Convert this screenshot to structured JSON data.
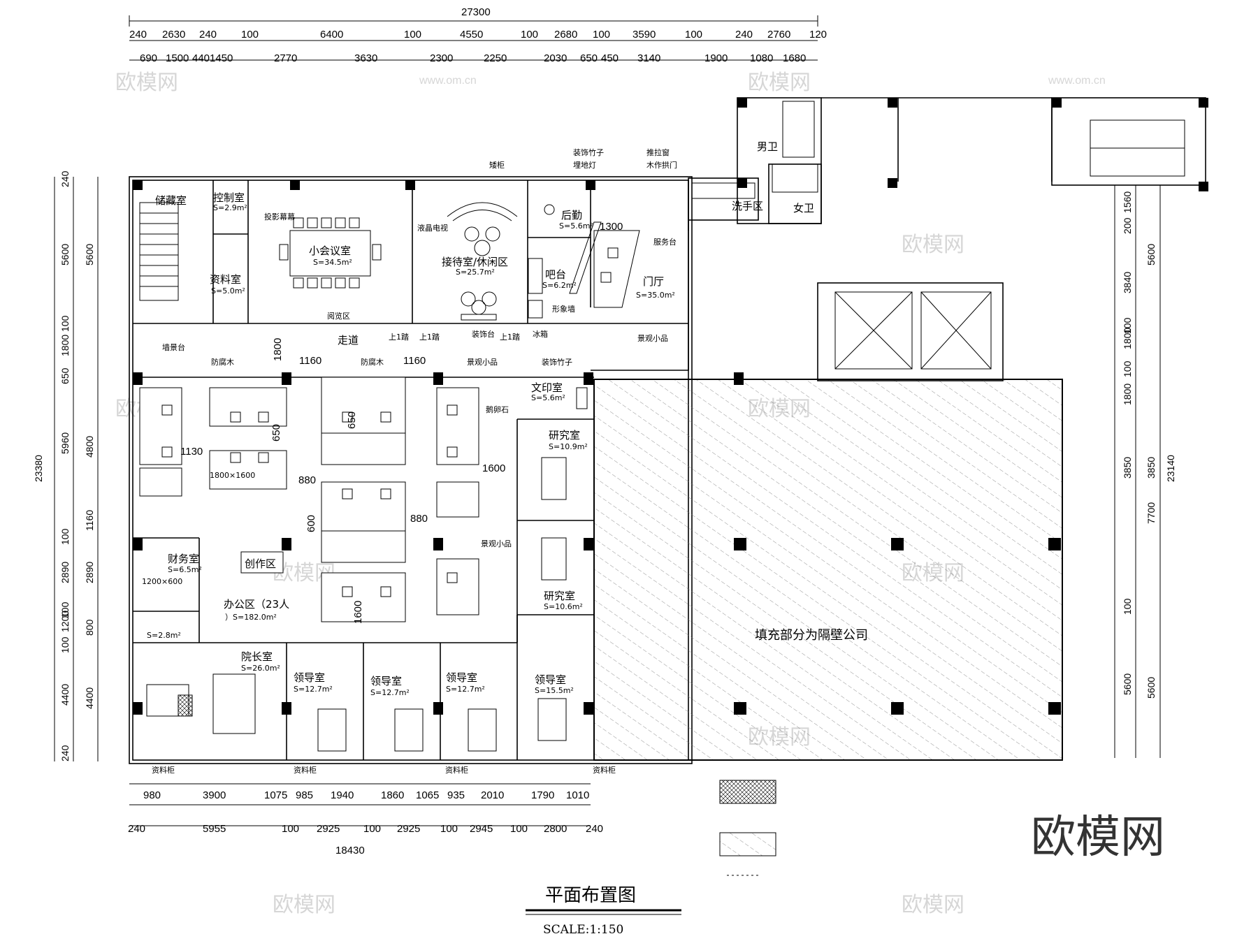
{
  "drawing": {
    "title": "平面布置图",
    "scale": "SCALE:1:150",
    "neighbor_note": "填充部分为隔壁公司"
  },
  "dims_top": {
    "total": "27300",
    "row1": [
      "240",
      "2630",
      "240",
      "100",
      "6400",
      "100",
      "4550",
      "100",
      "2680",
      "100",
      "3590",
      "100",
      "240",
      "2760",
      "120"
    ],
    "row2": [
      "690",
      "1500",
      "440",
      "1450",
      "2770",
      "3630",
      "2300",
      "2250",
      "2030",
      "650",
      "450",
      "3140",
      "1900",
      "1080",
      "1680"
    ]
  },
  "dims_bottom": {
    "row1": [
      "980",
      "3900",
      "1075",
      "985",
      "1940",
      "1860",
      "1065",
      "935",
      "2010",
      "1790",
      "1010"
    ],
    "row2": [
      "240",
      "5955",
      "100",
      "2925",
      "100",
      "2925",
      "100",
      "2945",
      "100",
      "2800",
      "240"
    ],
    "total": "18430"
  },
  "dims_left": {
    "total": "23380",
    "outer": [
      "240",
      "5600",
      "100",
      "1800",
      "650",
      "5960",
      "100",
      "2890",
      "100",
      "1200",
      "100",
      "4400",
      "240"
    ],
    "inner": [
      "5600",
      "4800",
      "1160",
      "2890",
      "800",
      "4400"
    ]
  },
  "dims_right": {
    "total": "23140",
    "outer": [
      "1560",
      "200",
      "3840",
      "100",
      "1800",
      "100",
      "1800",
      "3850",
      "100",
      "5600"
    ],
    "inner": [
      "5600",
      "3850",
      "7700",
      "5600"
    ]
  },
  "rooms": {
    "storage": "储藏室",
    "control": "控制室",
    "control_area": "S=2.9m²",
    "meeting": "小会议室",
    "meeting_area": "S=34.5m²",
    "archive": "资料室",
    "archive_area": "S=5.0m²",
    "reception": "接待室/休闲区",
    "reception_area": "S=25.7m²",
    "logistics": "后勤",
    "logistics_area": "S=5.6m²",
    "bar": "吧台",
    "bar_area": "S=6.2m²",
    "lobby": "门厅",
    "lobby_area": "S=35.0m²",
    "mens": "男卫",
    "womens": "女卫",
    "washroom": "洗手区",
    "corridor": "走道",
    "copy": "文印室",
    "copy_area": "S=5.6m²",
    "research1": "研究室",
    "research1_area": "S=10.9m²",
    "research2": "研究室",
    "research2_area": "S=10.6m²",
    "finance": "财务室",
    "finance_area": "S=6.5m²",
    "creative": "创作区",
    "office": "办公区（23人",
    "office2": "）S=182.0m²",
    "closet_area": "S=2.8m²",
    "president": "院长室",
    "president_area": "S=26.0m²",
    "leader1": "领导室",
    "leader1_area": "S=12.7m²",
    "leader2": "领导室",
    "leader2_area": "S=12.7m²",
    "leader3": "领导室",
    "leader3_area": "S=12.7m²",
    "leader4": "领导室",
    "leader4_area": "S=15.5m²"
  },
  "labels": {
    "cabinet": "矮柜",
    "projector": "投影幕幕",
    "reading": "阅览区",
    "lcd": "液晶电视",
    "decor_bamboo": "装饰竹子",
    "floor_light": "埋地灯",
    "shutter": "推拉窗",
    "arch_door": "木作拱门",
    "service_desk": "服务台",
    "image_wall": "形象墙",
    "fridge": "冰箱",
    "decor_table": "装饰台",
    "step1": "上1踏",
    "step2": "上1踏",
    "step3": "上1踏",
    "wall_shelf": "墙景台",
    "wood1": "防腐木",
    "wood2": "防腐木",
    "landscape1": "景观小品",
    "landscape2": "景观小品",
    "landscape3": "景观小品",
    "decor_bamboo2": "装饰竹子",
    "pebbles": "鹅卵石",
    "file_cab1": "资料柜",
    "file_cab2": "资料柜",
    "file_cab3": "资料柜",
    "file_cab4": "资料柜",
    "desk_1800": "1800×1600",
    "desk_1200": "1200×600"
  },
  "inner_dims": [
    "1800",
    "1160",
    "1160",
    "650",
    "650",
    "1130",
    "880",
    "1600",
    "880",
    "600",
    "1600",
    "1300"
  ],
  "watermark": {
    "logo": "欧模网",
    "url": "www.om.cn"
  }
}
